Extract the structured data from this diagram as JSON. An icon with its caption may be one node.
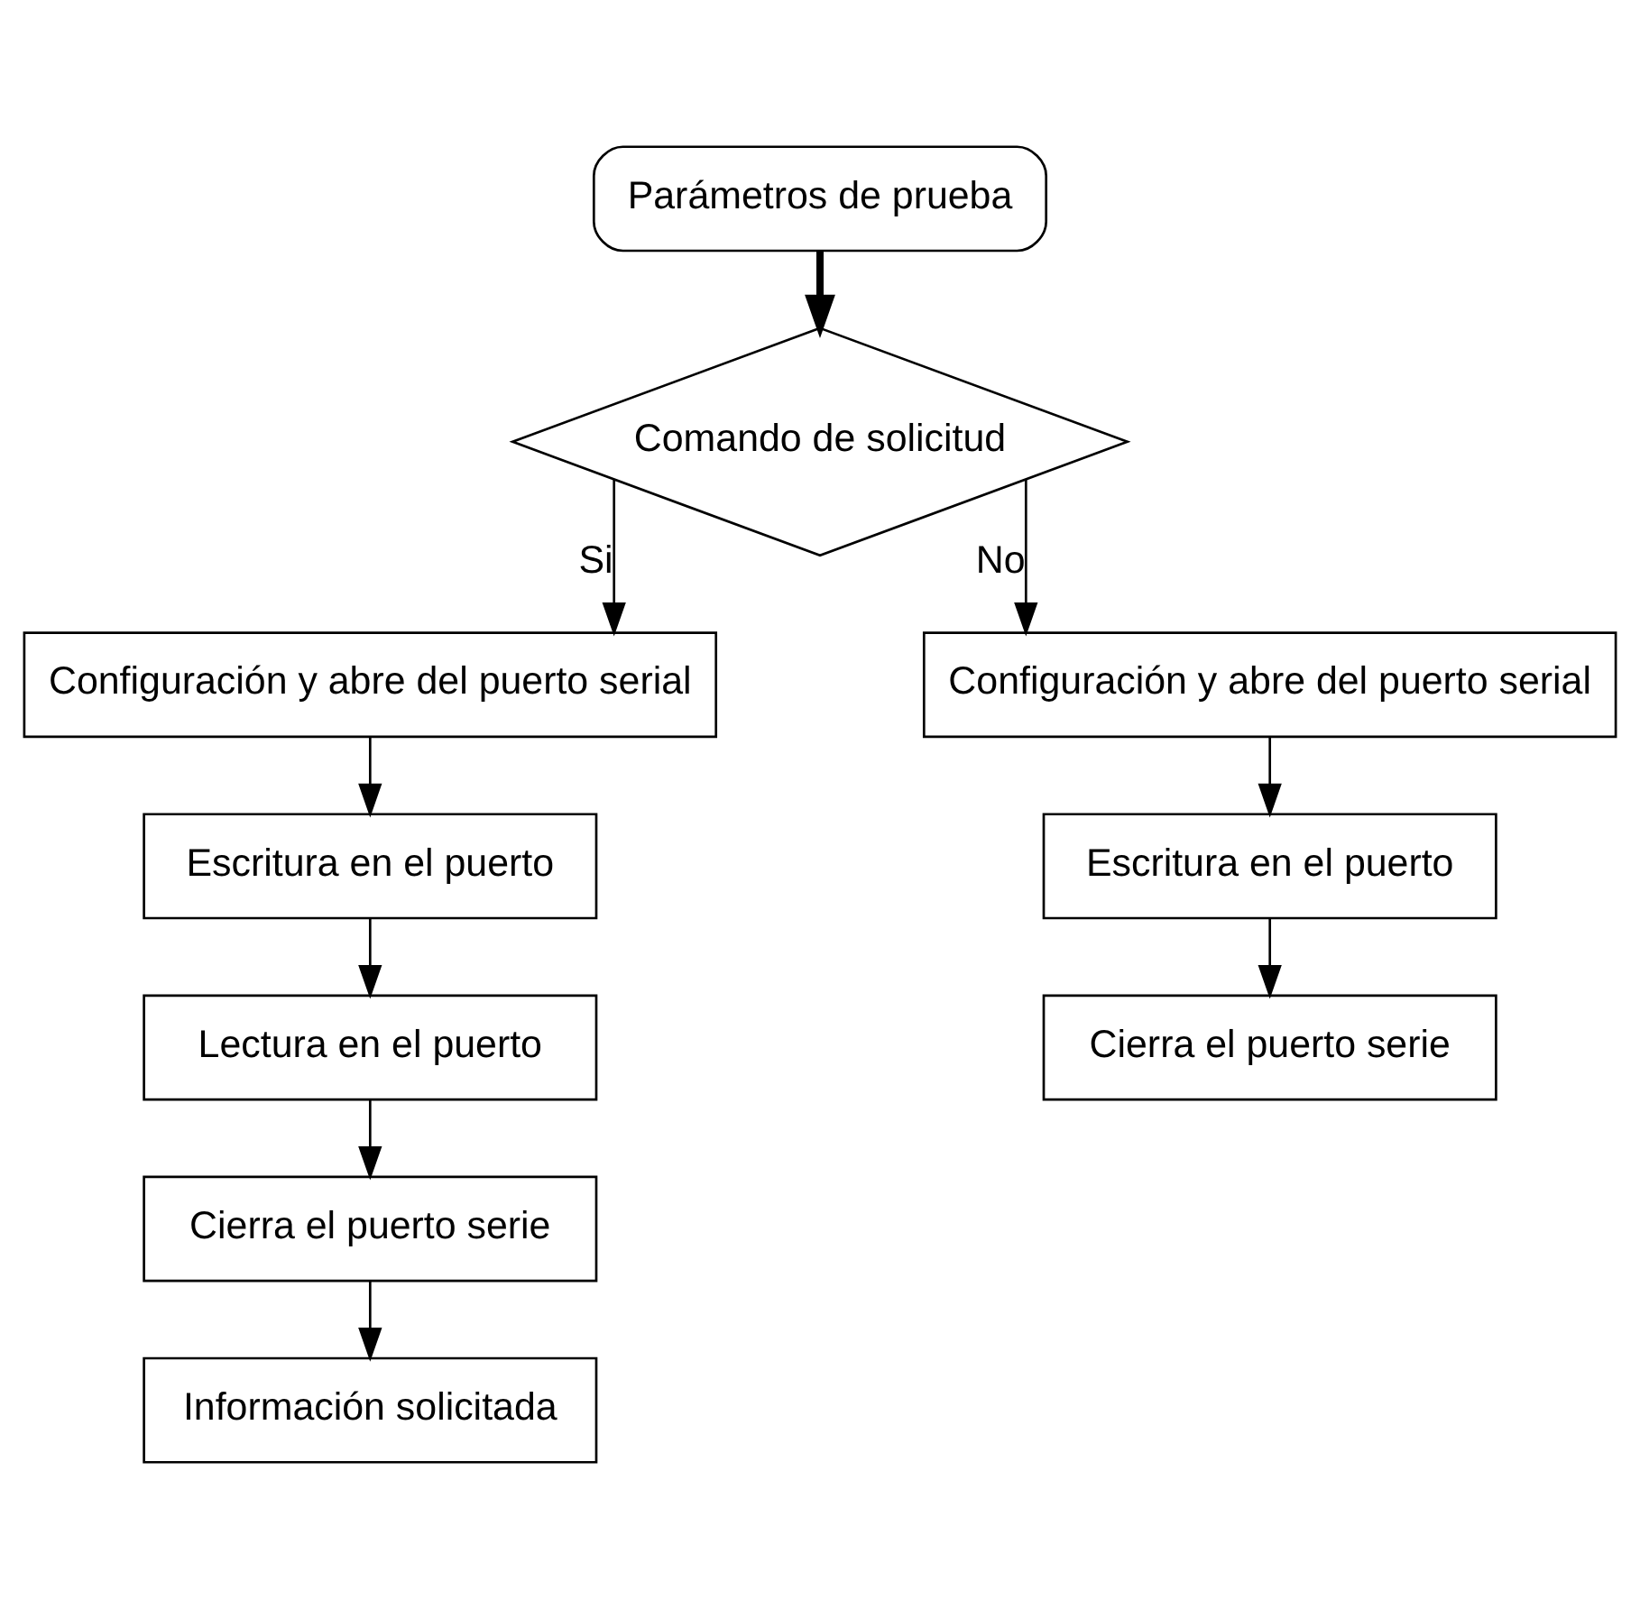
{
  "diagram": {
    "nodes": [
      {
        "text": [
          "Parámetros de prueba"
        ]
      },
      {
        "text": [
          "Comando de solicitud"
        ]
      },
      {
        "text": [
          "Configuración y abre del puerto serial"
        ]
      },
      {
        "text": [
          "Escritura en el puerto"
        ]
      },
      {
        "text": [
          "Lectura en el puerto"
        ]
      },
      {
        "text": [
          "Cierra el puerto serie"
        ]
      },
      {
        "text": [
          "Información solicitada"
        ]
      },
      {
        "text": [
          "Configuración y abre del puerto serial"
        ]
      },
      {
        "text": [
          "Escritura en el puerto"
        ]
      },
      {
        "text": [
          "Cierra el puerto serie"
        ]
      }
    ],
    "edges": [
      {
        "from": 0,
        "to": 1,
        "arrow": "to",
        "style": "thick"
      },
      {
        "from": 1,
        "to": 2,
        "arrow": "to",
        "label": "Si"
      },
      {
        "from": 2,
        "to": 3,
        "arrow": "to"
      },
      {
        "from": 3,
        "to": 4,
        "arrow": "to"
      },
      {
        "from": 4,
        "to": 5,
        "arrow": "to"
      },
      {
        "from": 5,
        "to": 6,
        "arrow": "to"
      },
      {
        "from": 1,
        "to": 7,
        "arrow": "to",
        "label": "No"
      },
      {
        "from": 7,
        "to": 8,
        "arrow": "to"
      },
      {
        "from": 8,
        "to": 9,
        "arrow": "to"
      }
    ]
  }
}
